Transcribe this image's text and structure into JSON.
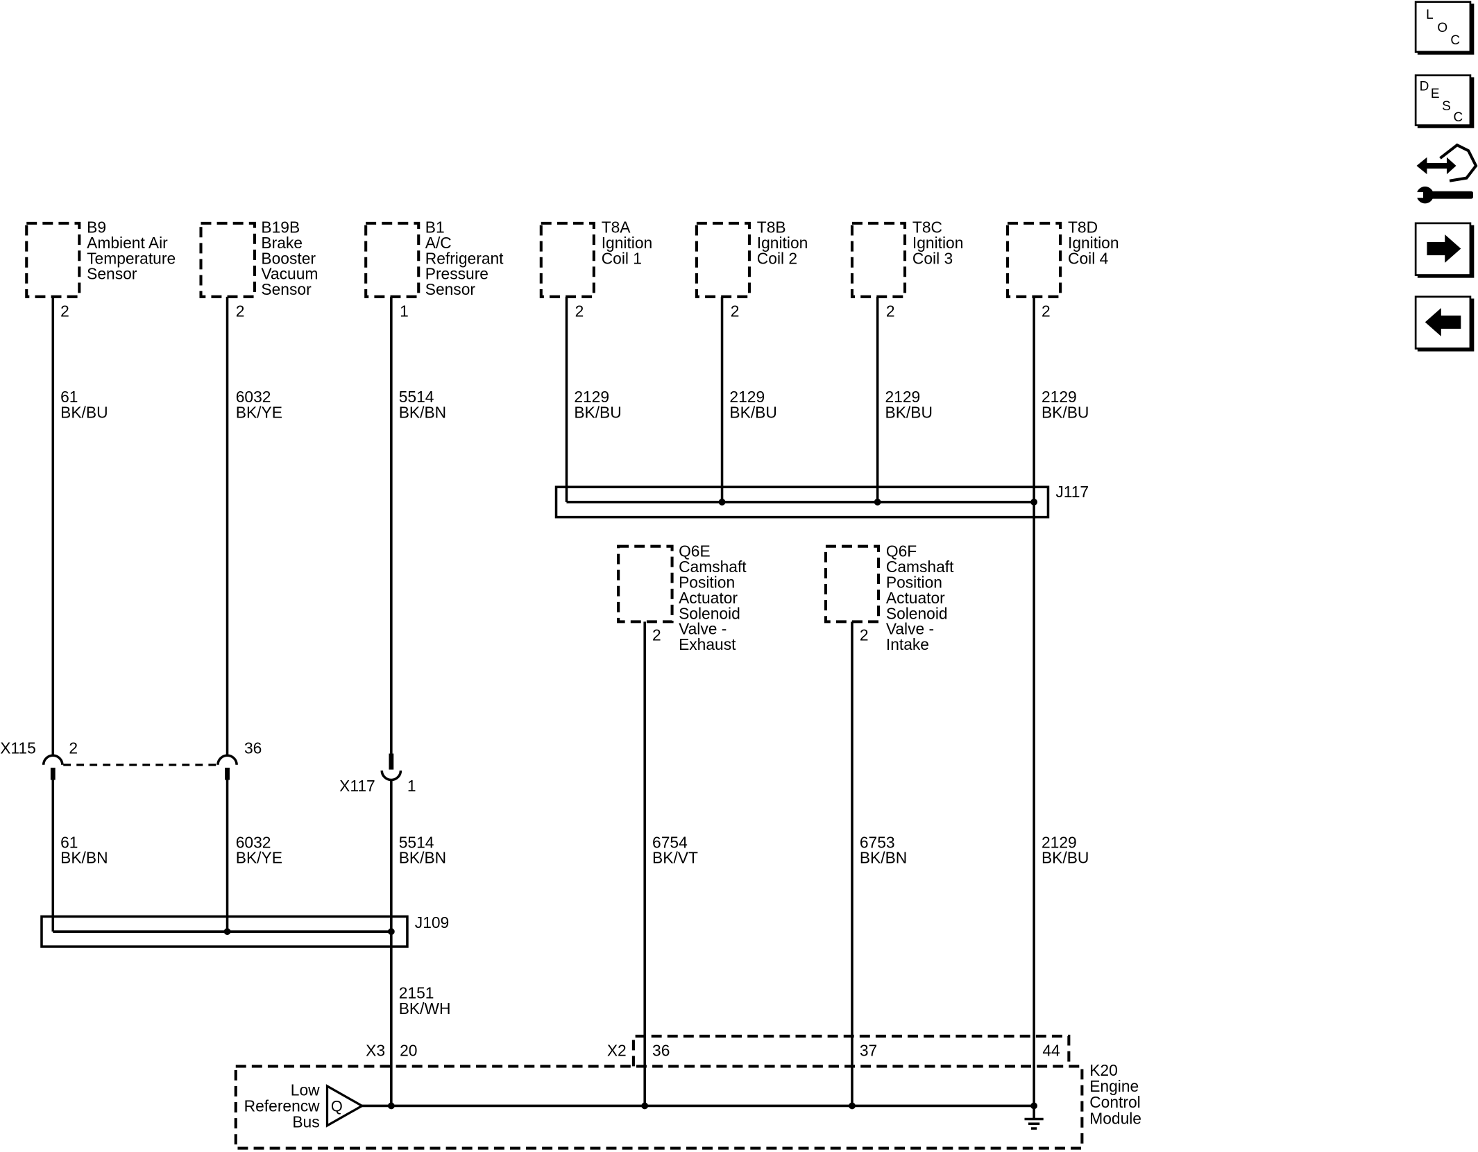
{
  "diagram": {
    "components": {
      "b9": {
        "ref": "B9",
        "name": [
          "Ambient Air",
          "Temperature",
          "Sensor"
        ],
        "pin": "2"
      },
      "b19b": {
        "ref": "B19B",
        "name": [
          "Brake",
          "Booster",
          "Vacuum",
          "Sensor"
        ],
        "pin": "2"
      },
      "b1": {
        "ref": "B1",
        "name": [
          "A/C",
          "Refrigerant",
          "Pressure",
          "Sensor"
        ],
        "pin": "1"
      },
      "t8a": {
        "ref": "T8A",
        "name": [
          "Ignition",
          "Coil 1"
        ],
        "pin": "2"
      },
      "t8b": {
        "ref": "T8B",
        "name": [
          "Ignition",
          "Coil 2"
        ],
        "pin": "2"
      },
      "t8c": {
        "ref": "T8C",
        "name": [
          "Ignition",
          "Coil 3"
        ],
        "pin": "2"
      },
      "t8d": {
        "ref": "T8D",
        "name": [
          "Ignition",
          "Coil 4"
        ],
        "pin": "2"
      },
      "q6e": {
        "ref": "Q6E",
        "name": [
          "Camshaft",
          "Position",
          "Actuator",
          "Solenoid",
          "Valve -",
          "Exhaust"
        ],
        "pin": "2"
      },
      "q6f": {
        "ref": "Q6F",
        "name": [
          "Camshaft",
          "Position",
          "Actuator",
          "Solenoid",
          "Valve -",
          "Intake"
        ],
        "pin": "2"
      }
    },
    "wires": {
      "b9_upper": {
        "circuit": "61",
        "color": "BK/BU"
      },
      "b19b_upper": {
        "circuit": "6032",
        "color": "BK/YE"
      },
      "b1_upper": {
        "circuit": "5514",
        "color": "BK/BN"
      },
      "t8a": {
        "circuit": "2129",
        "color": "BK/BU"
      },
      "t8b": {
        "circuit": "2129",
        "color": "BK/BU"
      },
      "t8c": {
        "circuit": "2129",
        "color": "BK/BU"
      },
      "t8d": {
        "circuit": "2129",
        "color": "BK/BU"
      },
      "b9_lower": {
        "circuit": "61",
        "color": "BK/BN"
      },
      "b19b_lower": {
        "circuit": "6032",
        "color": "BK/YE"
      },
      "b1_lower": {
        "circuit": "5514",
        "color": "BK/BN"
      },
      "q6e": {
        "circuit": "6754",
        "color": "BK/VT"
      },
      "q6f": {
        "circuit": "6753",
        "color": "BK/BN"
      },
      "j117_out": {
        "circuit": "2129",
        "color": "BK/BU"
      },
      "j109_out": {
        "circuit": "2151",
        "color": "BK/WH"
      }
    },
    "connectors": {
      "x115": {
        "ref": "X115",
        "pins": [
          "2",
          "36"
        ]
      },
      "x117": {
        "ref": "X117",
        "pin": "1"
      },
      "x3": {
        "ref": "X3",
        "pin": "20"
      },
      "x2": {
        "ref": "X2",
        "pins": [
          "36",
          "37",
          "44"
        ]
      }
    },
    "splices": {
      "j117": "J117",
      "j109": "J109"
    },
    "module": {
      "ref": "K20",
      "name": [
        "Engine",
        "Control",
        "Module"
      ],
      "circuit": {
        "label": [
          "Low",
          "Referencw",
          "Bus"
        ],
        "symbol": "Q"
      }
    }
  },
  "nav": {
    "loc": {
      "letters": [
        "L",
        "O",
        "C"
      ],
      "icon": "location-view-icon"
    },
    "desc": {
      "letters": [
        "D",
        "E",
        "S",
        "C"
      ],
      "icon": "description-view-icon"
    },
    "connector": {
      "icon": "connector-wrench-icon"
    },
    "next": {
      "icon": "arrow-right-icon"
    },
    "previous": {
      "icon": "arrow-left-icon"
    }
  }
}
